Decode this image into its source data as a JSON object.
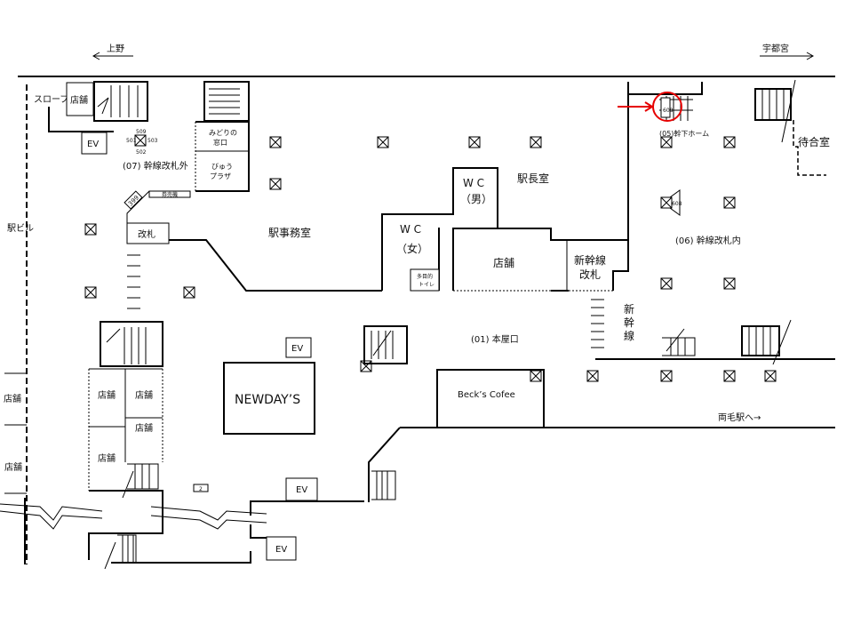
{
  "directions": {
    "left": "上野",
    "right": "宇都宮",
    "ryomo": "両毛駅へ→"
  },
  "rooms": {
    "slope": "スロープ",
    "shop": "店舗",
    "ev": "EV",
    "midori_1": "みどりの",
    "midori_2": "窓口",
    "view_1": "びゅう",
    "view_2": "プラザ",
    "ticket_machine": "券売機",
    "gate": "改札",
    "station_building": "駅ビル",
    "station_office": "駅事務室",
    "stationmaster": "駅長室",
    "wc": "W C",
    "wc_men": "（男）",
    "wc_women": "（女）",
    "multi_toilet_1": "多目的",
    "multi_toilet_2": "トイレ",
    "shinkansen_gate_1": "新幹線",
    "shinkansen_gate_2": "改札",
    "shinkansen_v": [
      "新",
      "幹",
      "線"
    ],
    "waiting_room": "待合室",
    "newdays": "NEWDAY’S",
    "becks": "Beck’s Cofee"
  },
  "areas": {
    "a07": "(07) 幹線改札外",
    "a05": "(05)幹下ホーム",
    "a06": "(06) 幹線改札内",
    "a01": "(01) 本屋口"
  },
  "camera_ids": {
    "c509": "509",
    "c501": "501",
    "c503": "503",
    "c502": "502",
    "c399": "399",
    "c_red": "608",
    "c_06": "608",
    "c_2": "2"
  },
  "highlight_color": "#e60000"
}
